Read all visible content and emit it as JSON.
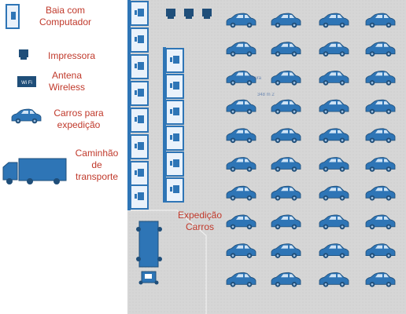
{
  "legend": {
    "baia_label": "Baia com\nComputador",
    "impressora_label": "Impressora",
    "antena_label": "Antena\nWireless",
    "antena_icon_text": "Wi Fi",
    "carros_label": "Carros para\nexpedição",
    "caminhao_label": "Caminhão\nde\ntransporte"
  },
  "floor": {
    "expedicao_label": "Expedição\nCarros",
    "area_label_partial": "meira",
    "area_value": "348 m 2"
  },
  "colors": {
    "floor": "#d4d4d4",
    "wall": "#2e75b6",
    "car_body": "#2e75b6",
    "car_dark": "#1f4e79",
    "label": "#c0392b"
  },
  "car_grid": {
    "rows": 10,
    "cols": 4,
    "icon": "car-icon"
  }
}
